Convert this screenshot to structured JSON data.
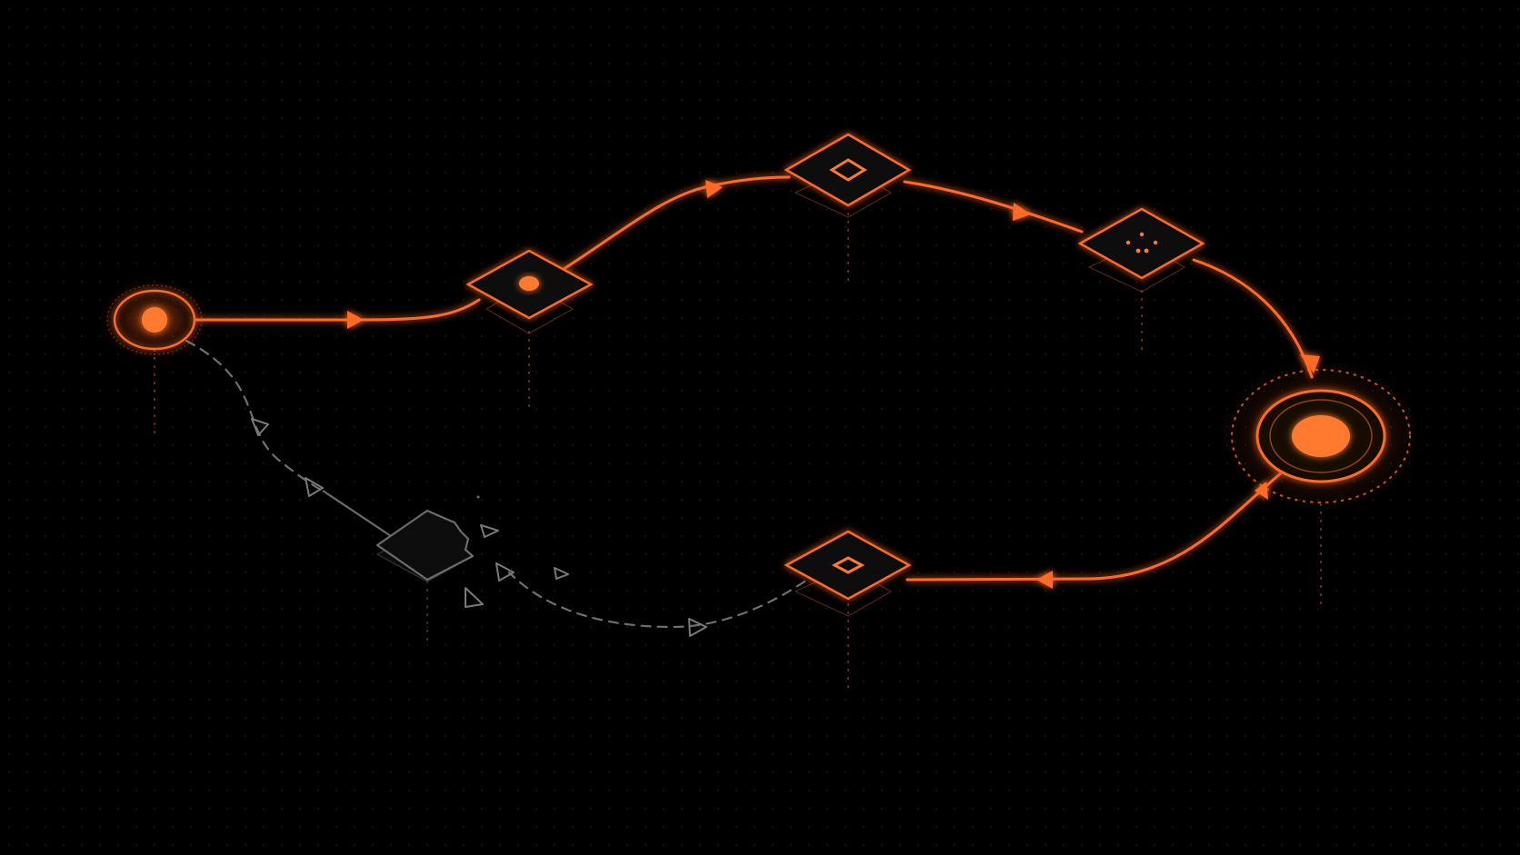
{
  "colors": {
    "background": "#000000",
    "grid_dot": "#171717",
    "accent": "#ff6a26",
    "accent_core": "#ff8a3d",
    "glow": "#ff5a14",
    "inactive": "#6f6f6f",
    "inactive_dark": "#3a3a3a",
    "node_fill": "#0c0a09"
  },
  "diagram": {
    "nodes": [
      {
        "id": "start",
        "shape": "ring-dot",
        "state": "active"
      },
      {
        "id": "step-1",
        "shape": "diamond-tile",
        "glyph": "dot",
        "state": "active"
      },
      {
        "id": "step-2",
        "shape": "diamond-tile",
        "glyph": "diamond",
        "state": "active"
      },
      {
        "id": "step-3",
        "shape": "diamond-tile",
        "glyph": "dots",
        "state": "active"
      },
      {
        "id": "target",
        "shape": "large-ring-dot",
        "state": "active"
      },
      {
        "id": "step-4",
        "shape": "diamond-tile",
        "glyph": "diamond",
        "state": "active"
      },
      {
        "id": "broken",
        "shape": "broken-tile",
        "state": "inactive"
      }
    ],
    "edges": [
      {
        "from": "start",
        "to": "step-1",
        "style": "solid",
        "state": "active"
      },
      {
        "from": "step-1",
        "to": "step-2",
        "style": "solid",
        "state": "active"
      },
      {
        "from": "step-2",
        "to": "step-3",
        "style": "solid",
        "state": "active"
      },
      {
        "from": "step-3",
        "to": "target",
        "style": "solid",
        "state": "active"
      },
      {
        "from": "target",
        "to": "step-4",
        "style": "solid",
        "state": "active"
      },
      {
        "from": "start",
        "to": "broken",
        "style": "dashed",
        "state": "inactive"
      },
      {
        "from": "step-4",
        "to": "broken",
        "style": "dashed",
        "state": "inactive"
      }
    ]
  }
}
